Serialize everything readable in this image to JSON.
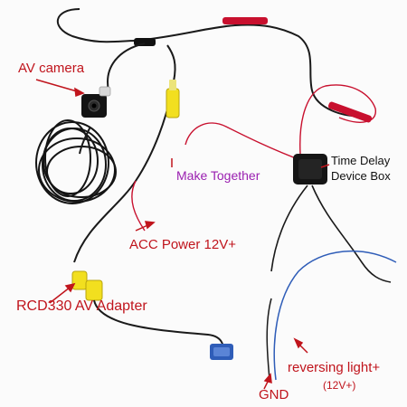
{
  "colors": {
    "label_text": "#c0141c",
    "accent_label": "#9a1fb0",
    "dark_text": "#111111",
    "wire": "#1a1a1a",
    "red_wire": "#c8102e",
    "rca_yellow": "#f2df1f",
    "connector_blue": "#2f5db8",
    "box_black": "#151515"
  },
  "labels": {
    "av_camera": "AV camera",
    "make_together": "Make Together",
    "time_delay_line1": "Time Delay",
    "time_delay_line2": "Device Box",
    "acc_power": "ACC Power 12V+",
    "rcd330": "RCD330 AV Adapter",
    "reversing_light": "reversing light+",
    "reversing_light_volt": "(12V+)",
    "gnd": "GND"
  },
  "icons": {
    "camera": "camera-icon",
    "delay_box": "box-icon",
    "rca_connector": "rca-connector-icon",
    "blue_connector": "blue-connector-icon"
  }
}
